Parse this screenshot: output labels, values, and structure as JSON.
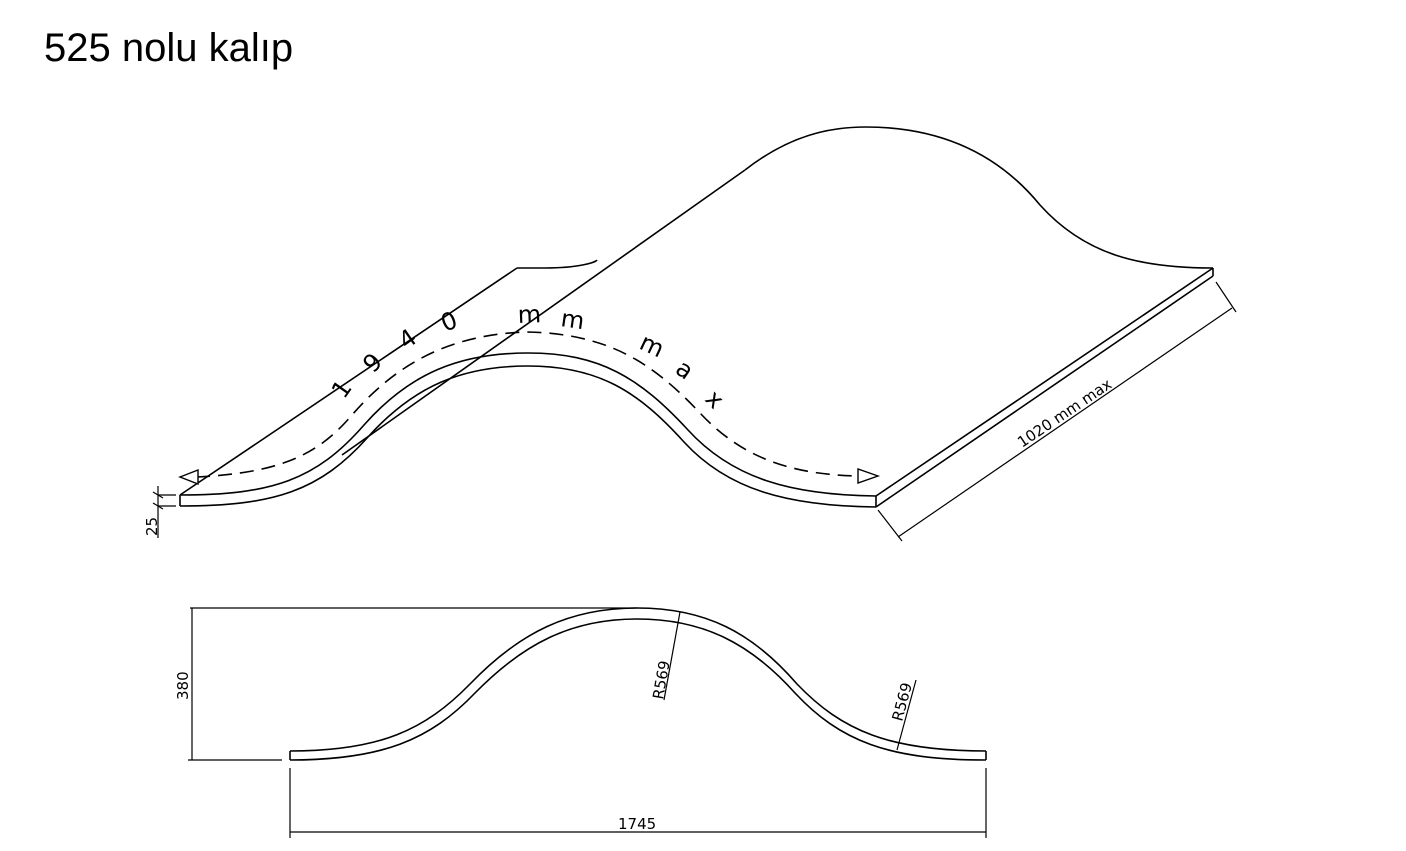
{
  "title": "525 nolu kalıp",
  "isometric_view": {
    "arc_length_label": "1940 mm max",
    "arc_length_chars": [
      "1",
      "9",
      "4",
      "0",
      "m",
      "m",
      "m",
      "a",
      "x"
    ],
    "width_label": "1020 mm max",
    "thickness_label": "25"
  },
  "profile_view": {
    "height_label": "380",
    "span_label": "1745",
    "radius_top_label": "R569",
    "radius_right_label": "R569"
  }
}
